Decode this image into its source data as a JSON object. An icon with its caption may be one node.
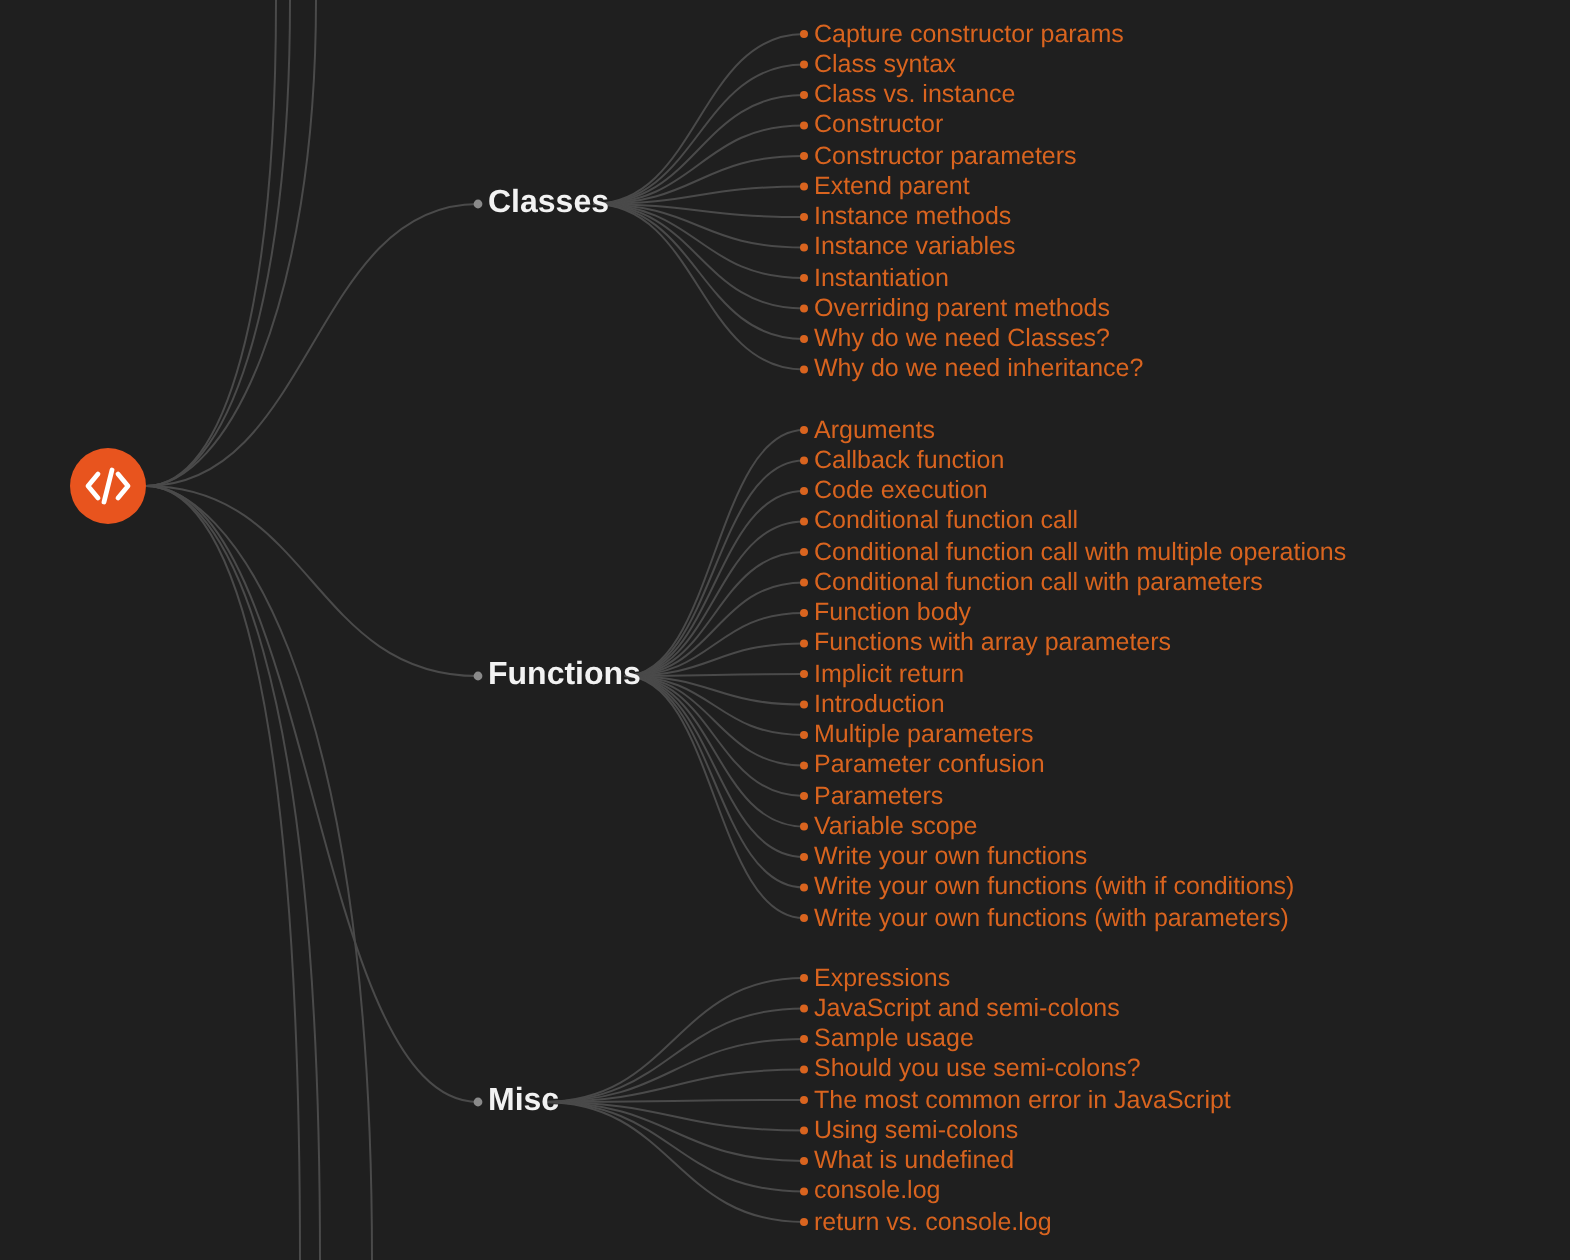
{
  "diagram": {
    "nodes": [
      {
        "text": [],
        "shape": "circle"
      },
      {
        "text": [
          "Classes"
        ]
      },
      {
        "text": [
          "Capture constructor params"
        ]
      },
      {
        "text": [
          "Class syntax"
        ]
      },
      {
        "text": [
          "Class vs. instance"
        ]
      },
      {
        "text": [
          "Constructor"
        ]
      },
      {
        "text": [
          "Constructor parameters"
        ]
      },
      {
        "text": [
          "Extend parent"
        ]
      },
      {
        "text": [
          "Instance methods"
        ]
      },
      {
        "text": [
          "Instance variables"
        ]
      },
      {
        "text": [
          "Instantiation"
        ]
      },
      {
        "text": [
          "Overriding parent methods"
        ]
      },
      {
        "text": [
          "Why do we need Classes?"
        ]
      },
      {
        "text": [
          "Why do we need inheritance?"
        ]
      },
      {
        "text": [
          "Functions"
        ]
      },
      {
        "text": [
          "Arguments"
        ]
      },
      {
        "text": [
          "Callback function"
        ]
      },
      {
        "text": [
          "Code execution"
        ]
      },
      {
        "text": [
          "Conditional function call"
        ]
      },
      {
        "text": [
          "Conditional function call with multiple operations"
        ]
      },
      {
        "text": [
          "Conditional function call with parameters"
        ]
      },
      {
        "text": [
          "Function body"
        ]
      },
      {
        "text": [
          "Functions with array parameters"
        ]
      },
      {
        "text": [
          "Implicit return"
        ]
      },
      {
        "text": [
          "Introduction"
        ]
      },
      {
        "text": [
          "Multiple parameters"
        ]
      },
      {
        "text": [
          "Parameter confusion"
        ]
      },
      {
        "text": [
          "Parameters"
        ]
      },
      {
        "text": [
          "Variable scope"
        ]
      },
      {
        "text": [
          "Write your own functions"
        ]
      },
      {
        "text": [
          "Write your own functions (with if conditions)"
        ]
      },
      {
        "text": [
          "Write your own functions (with parameters)"
        ]
      },
      {
        "text": [
          "Misc"
        ]
      },
      {
        "text": [
          "Expressions"
        ]
      },
      {
        "text": [
          "JavaScript and semi-colons"
        ]
      },
      {
        "text": [
          "Sample usage"
        ]
      },
      {
        "text": [
          "Should you use semi-colons?"
        ]
      },
      {
        "text": [
          "The most common error in JavaScript"
        ]
      },
      {
        "text": [
          "Using semi-colons"
        ]
      },
      {
        "text": [
          "What is undefined"
        ]
      },
      {
        "text": [
          "console.log"
        ]
      },
      {
        "text": [
          "return vs. console.log"
        ]
      }
    ],
    "edges": [
      {
        "from": 0,
        "to": 1,
        "arrow": "other"
      },
      {
        "from": 0,
        "to": 14,
        "arrow": "other"
      },
      {
        "from": 0,
        "to": 32,
        "arrow": "other"
      },
      {
        "from": 0,
        "to": null,
        "arrow": "none"
      },
      {
        "from": 0,
        "to": null,
        "arrow": "none"
      },
      {
        "from": 0,
        "to": null,
        "arrow": "none"
      },
      {
        "from": 0,
        "to": null,
        "arrow": "none"
      },
      {
        "from": 0,
        "to": null,
        "arrow": "none"
      },
      {
        "from": 0,
        "to": null,
        "arrow": "none"
      },
      {
        "from": 1,
        "to": 2,
        "arrow": "other"
      },
      {
        "from": 1,
        "to": 3,
        "arrow": "other"
      },
      {
        "from": 1,
        "to": 4,
        "arrow": "other"
      },
      {
        "from": 1,
        "to": 5,
        "arrow": "other"
      },
      {
        "from": 1,
        "to": 6,
        "arrow": "other"
      },
      {
        "from": 1,
        "to": 7,
        "arrow": "other"
      },
      {
        "from": 1,
        "to": 8,
        "arrow": "other"
      },
      {
        "from": 1,
        "to": 9,
        "arrow": "other"
      },
      {
        "from": 1,
        "to": 10,
        "arrow": "other"
      },
      {
        "from": 1,
        "to": 11,
        "arrow": "other"
      },
      {
        "from": 1,
        "to": 12,
        "arrow": "other"
      },
      {
        "from": 1,
        "to": 13,
        "arrow": "other"
      },
      {
        "from": 14,
        "to": 15,
        "arrow": "other"
      },
      {
        "from": 14,
        "to": 16,
        "arrow": "other"
      },
      {
        "from": 14,
        "to": 17,
        "arrow": "other"
      },
      {
        "from": 14,
        "to": 18,
        "arrow": "other"
      },
      {
        "from": 14,
        "to": 19,
        "arrow": "other"
      },
      {
        "from": 14,
        "to": 20,
        "arrow": "other"
      },
      {
        "from": 14,
        "to": 21,
        "arrow": "other"
      },
      {
        "from": 14,
        "to": 22,
        "arrow": "other"
      },
      {
        "from": 14,
        "to": 23,
        "arrow": "other"
      },
      {
        "from": 14,
        "to": 24,
        "arrow": "other"
      },
      {
        "from": 14,
        "to": 25,
        "arrow": "other"
      },
      {
        "from": 14,
        "to": 26,
        "arrow": "other"
      },
      {
        "from": 14,
        "to": 27,
        "arrow": "other"
      },
      {
        "from": 14,
        "to": 28,
        "arrow": "other"
      },
      {
        "from": 14,
        "to": 29,
        "arrow": "other"
      },
      {
        "from": 14,
        "to": 30,
        "arrow": "other"
      },
      {
        "from": 14,
        "to": 31,
        "arrow": "other"
      },
      {
        "from": 32,
        "to": 33,
        "arrow": "other"
      },
      {
        "from": 32,
        "to": 34,
        "arrow": "other"
      },
      {
        "from": 32,
        "to": 35,
        "arrow": "other"
      },
      {
        "from": 32,
        "to": 36,
        "arrow": "other"
      },
      {
        "from": 32,
        "to": 37,
        "arrow": "other"
      },
      {
        "from": 32,
        "to": 38,
        "arrow": "other"
      },
      {
        "from": 32,
        "to": 39,
        "arrow": "other"
      },
      {
        "from": 32,
        "to": 40,
        "arrow": "other"
      },
      {
        "from": 32,
        "to": 41,
        "arrow": "other"
      }
    ]
  }
}
